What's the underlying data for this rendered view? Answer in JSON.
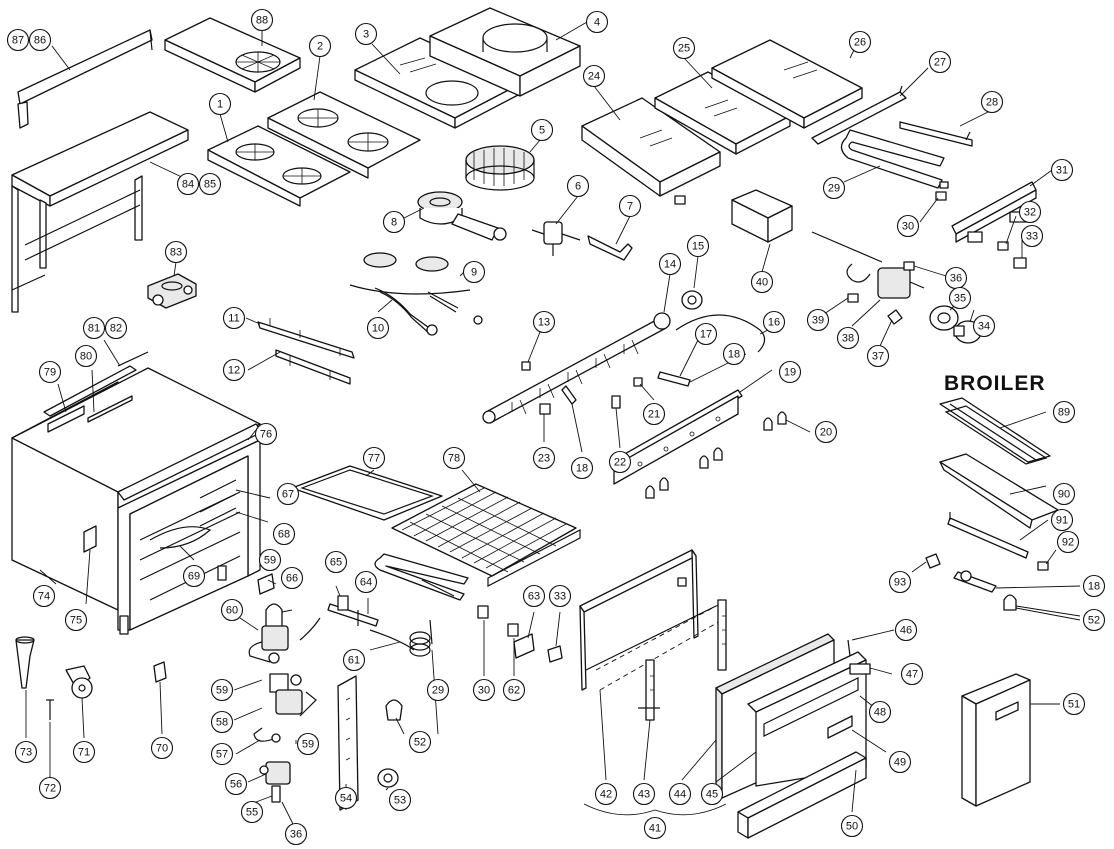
{
  "diagram": {
    "section_label": "BROILER",
    "callouts": [
      {
        "id": "c87",
        "label": "87"
      },
      {
        "id": "c86",
        "label": "86"
      },
      {
        "id": "c88",
        "label": "88"
      },
      {
        "id": "c2",
        "label": "2"
      },
      {
        "id": "c3",
        "label": "3"
      },
      {
        "id": "c4",
        "label": "4"
      },
      {
        "id": "c25",
        "label": "25"
      },
      {
        "id": "c26",
        "label": "26"
      },
      {
        "id": "c27",
        "label": "27"
      },
      {
        "id": "c28",
        "label": "28"
      },
      {
        "id": "c1",
        "label": "1"
      },
      {
        "id": "c24",
        "label": "24"
      },
      {
        "id": "c5",
        "label": "5"
      },
      {
        "id": "c84",
        "label": "84"
      },
      {
        "id": "c85",
        "label": "85"
      },
      {
        "id": "c29a",
        "label": "29"
      },
      {
        "id": "c31",
        "label": "31"
      },
      {
        "id": "c6",
        "label": "6"
      },
      {
        "id": "c7",
        "label": "7"
      },
      {
        "id": "c8",
        "label": "8"
      },
      {
        "id": "c30a",
        "label": "30"
      },
      {
        "id": "c32",
        "label": "32"
      },
      {
        "id": "c33a",
        "label": "33"
      },
      {
        "id": "c83",
        "label": "83"
      },
      {
        "id": "c9",
        "label": "9"
      },
      {
        "id": "c15",
        "label": "15"
      },
      {
        "id": "c14",
        "label": "14"
      },
      {
        "id": "c40",
        "label": "40"
      },
      {
        "id": "c36a",
        "label": "36"
      },
      {
        "id": "c35",
        "label": "35"
      },
      {
        "id": "c11",
        "label": "11"
      },
      {
        "id": "c10",
        "label": "10"
      },
      {
        "id": "c13",
        "label": "13"
      },
      {
        "id": "c16",
        "label": "16"
      },
      {
        "id": "c39",
        "label": "39"
      },
      {
        "id": "c34",
        "label": "34"
      },
      {
        "id": "c81",
        "label": "81"
      },
      {
        "id": "c82",
        "label": "82"
      },
      {
        "id": "c17",
        "label": "17"
      },
      {
        "id": "c38",
        "label": "38"
      },
      {
        "id": "c37",
        "label": "37"
      },
      {
        "id": "c12",
        "label": "12"
      },
      {
        "id": "c18a",
        "label": "18"
      },
      {
        "id": "c80",
        "label": "80"
      },
      {
        "id": "c79",
        "label": "79"
      },
      {
        "id": "c19",
        "label": "19"
      },
      {
        "id": "c89",
        "label": "89"
      },
      {
        "id": "c20",
        "label": "20"
      },
      {
        "id": "c21",
        "label": "21"
      },
      {
        "id": "c76",
        "label": "76"
      },
      {
        "id": "c77",
        "label": "77"
      },
      {
        "id": "c78",
        "label": "78"
      },
      {
        "id": "c23",
        "label": "23"
      },
      {
        "id": "c18b",
        "label": "18"
      },
      {
        "id": "c22",
        "label": "22"
      },
      {
        "id": "c67",
        "label": "67"
      },
      {
        "id": "c90",
        "label": "90"
      },
      {
        "id": "c68",
        "label": "68"
      },
      {
        "id": "c91",
        "label": "91"
      },
      {
        "id": "c59a",
        "label": "59"
      },
      {
        "id": "c69",
        "label": "69"
      },
      {
        "id": "c65",
        "label": "65"
      },
      {
        "id": "c66",
        "label": "66"
      },
      {
        "id": "c92",
        "label": "92"
      },
      {
        "id": "c74",
        "label": "74"
      },
      {
        "id": "c64",
        "label": "64"
      },
      {
        "id": "c63",
        "label": "63"
      },
      {
        "id": "c33b",
        "label": "33"
      },
      {
        "id": "c93",
        "label": "93"
      },
      {
        "id": "c18c",
        "label": "18"
      },
      {
        "id": "c75",
        "label": "75"
      },
      {
        "id": "c60",
        "label": "60"
      },
      {
        "id": "c52a",
        "label": "52"
      },
      {
        "id": "c46",
        "label": "46"
      },
      {
        "id": "c61",
        "label": "61"
      },
      {
        "id": "c59b",
        "label": "59"
      },
      {
        "id": "c29b",
        "label": "29"
      },
      {
        "id": "c30b",
        "label": "30"
      },
      {
        "id": "c62",
        "label": "62"
      },
      {
        "id": "c47",
        "label": "47"
      },
      {
        "id": "c58",
        "label": "58"
      },
      {
        "id": "c48",
        "label": "48"
      },
      {
        "id": "c51",
        "label": "51"
      },
      {
        "id": "c52b",
        "label": "52"
      },
      {
        "id": "c59c",
        "label": "59"
      },
      {
        "id": "c71",
        "label": "71"
      },
      {
        "id": "c70",
        "label": "70"
      },
      {
        "id": "c57",
        "label": "57"
      },
      {
        "id": "c73",
        "label": "73"
      },
      {
        "id": "c56",
        "label": "56"
      },
      {
        "id": "c54",
        "label": "54"
      },
      {
        "id": "c49",
        "label": "49"
      },
      {
        "id": "c53",
        "label": "53"
      },
      {
        "id": "c72",
        "label": "72"
      },
      {
        "id": "c55",
        "label": "55"
      },
      {
        "id": "c42",
        "label": "42"
      },
      {
        "id": "c43",
        "label": "43"
      },
      {
        "id": "c44",
        "label": "44"
      },
      {
        "id": "c45",
        "label": "45"
      },
      {
        "id": "c50",
        "label": "50"
      },
      {
        "id": "c36b",
        "label": "36"
      },
      {
        "id": "c41",
        "label": "41"
      }
    ]
  }
}
